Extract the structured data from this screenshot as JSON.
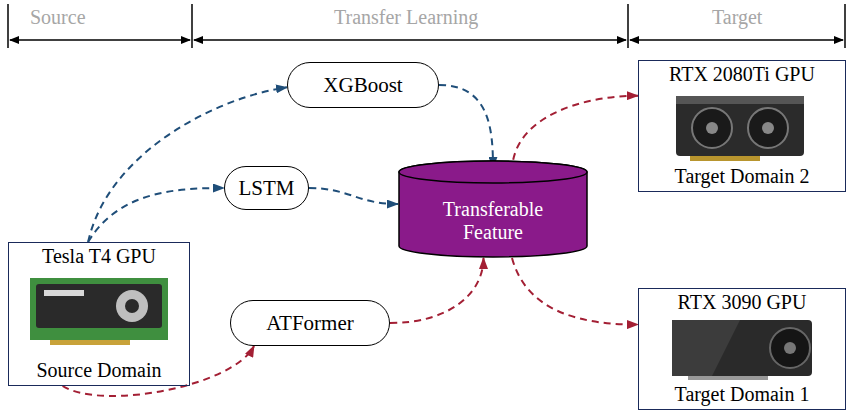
{
  "diagram": {
    "nodes": [
      {
        "text": [
          "XGBoost"
        ]
      },
      {
        "text": [
          "RTX 2080Ti GPU",
          "Target Domain 2"
        ]
      },
      {
        "text": [
          "LSTM"
        ]
      },
      {
        "text": [
          "Transferable Feature"
        ]
      },
      {
        "text": [
          "Tesla T4 GPU",
          "Source Domain"
        ]
      },
      {
        "text": [
          "ATFormer"
        ]
      },
      {
        "text": [
          "RTX 3090 GPU",
          "Target Domain 1"
        ]
      }
    ],
    "edges": [
      {
        "from": 4,
        "to": 0,
        "arrow": "to"
      },
      {
        "from": 4,
        "to": 2,
        "arrow": "to"
      },
      {
        "from": 0,
        "to": 3,
        "arrow": "to"
      },
      {
        "from": 2,
        "to": 3,
        "arrow": "to"
      },
      {
        "from": 4,
        "to": 5,
        "arrow": "to"
      },
      {
        "from": 5,
        "to": 3,
        "arrow": "to"
      },
      {
        "from": 3,
        "to": 1,
        "arrow": "to"
      },
      {
        "from": 3,
        "to": 6,
        "arrow": "to"
      }
    ],
    "labels": [
      "Source",
      "Transfer Learning",
      "Target"
    ]
  }
}
